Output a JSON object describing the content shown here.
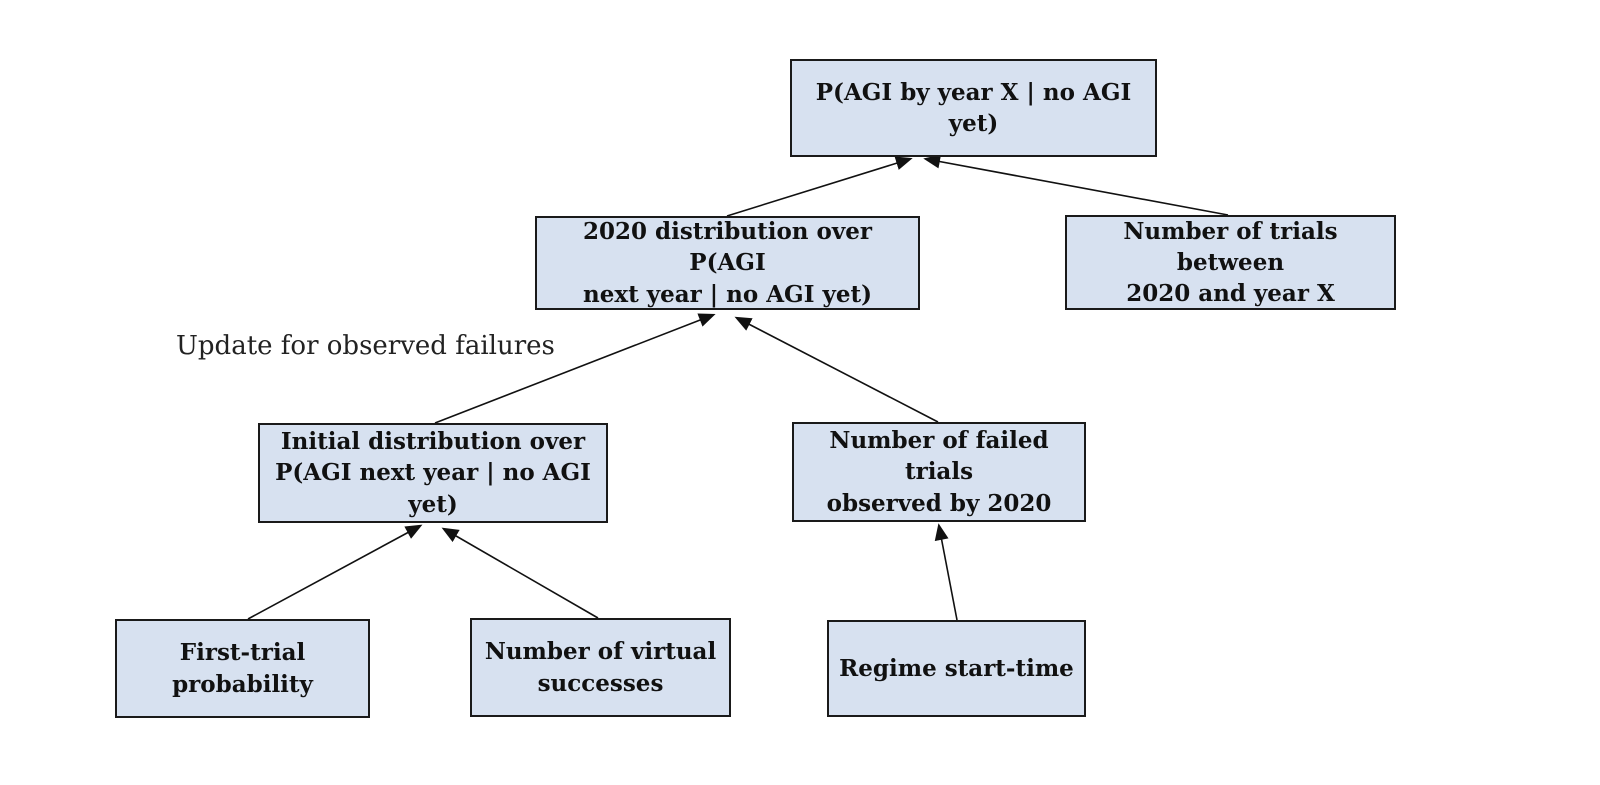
{
  "diagram": {
    "background_color": "#ffffff",
    "node_fill_color": "#d7e1f0",
    "node_border_color": "#1a1a1a",
    "arrow_color": "#111111",
    "text_color": "#111111",
    "annotation": {
      "label": "Update for observed failures"
    },
    "nodes": {
      "root": {
        "label": "P(AGI by year X | no AGI yet)"
      },
      "dist2020": {
        "label": "2020 distribution over P(AGI\nnext year | no AGI yet)"
      },
      "trials_between": {
        "label": "Number of trials between\n2020 and year X"
      },
      "initial_dist": {
        "label": "Initial distribution over\nP(AGI next year | no AGI yet)"
      },
      "failed_trials": {
        "label": "Number of failed trials\nobserved by 2020"
      },
      "first_trial": {
        "label": "First-trial\nprobability"
      },
      "virtual_successes": {
        "label": "Number of virtual\nsuccesses"
      },
      "regime_start": {
        "label": "Regime start-time"
      }
    },
    "edges": [
      {
        "from": "dist2020",
        "to": "root"
      },
      {
        "from": "trials_between",
        "to": "root"
      },
      {
        "from": "initial_dist",
        "to": "dist2020"
      },
      {
        "from": "failed_trials",
        "to": "dist2020"
      },
      {
        "from": "first_trial",
        "to": "initial_dist"
      },
      {
        "from": "virtual_successes",
        "to": "initial_dist"
      },
      {
        "from": "regime_start",
        "to": "failed_trials"
      }
    ]
  }
}
